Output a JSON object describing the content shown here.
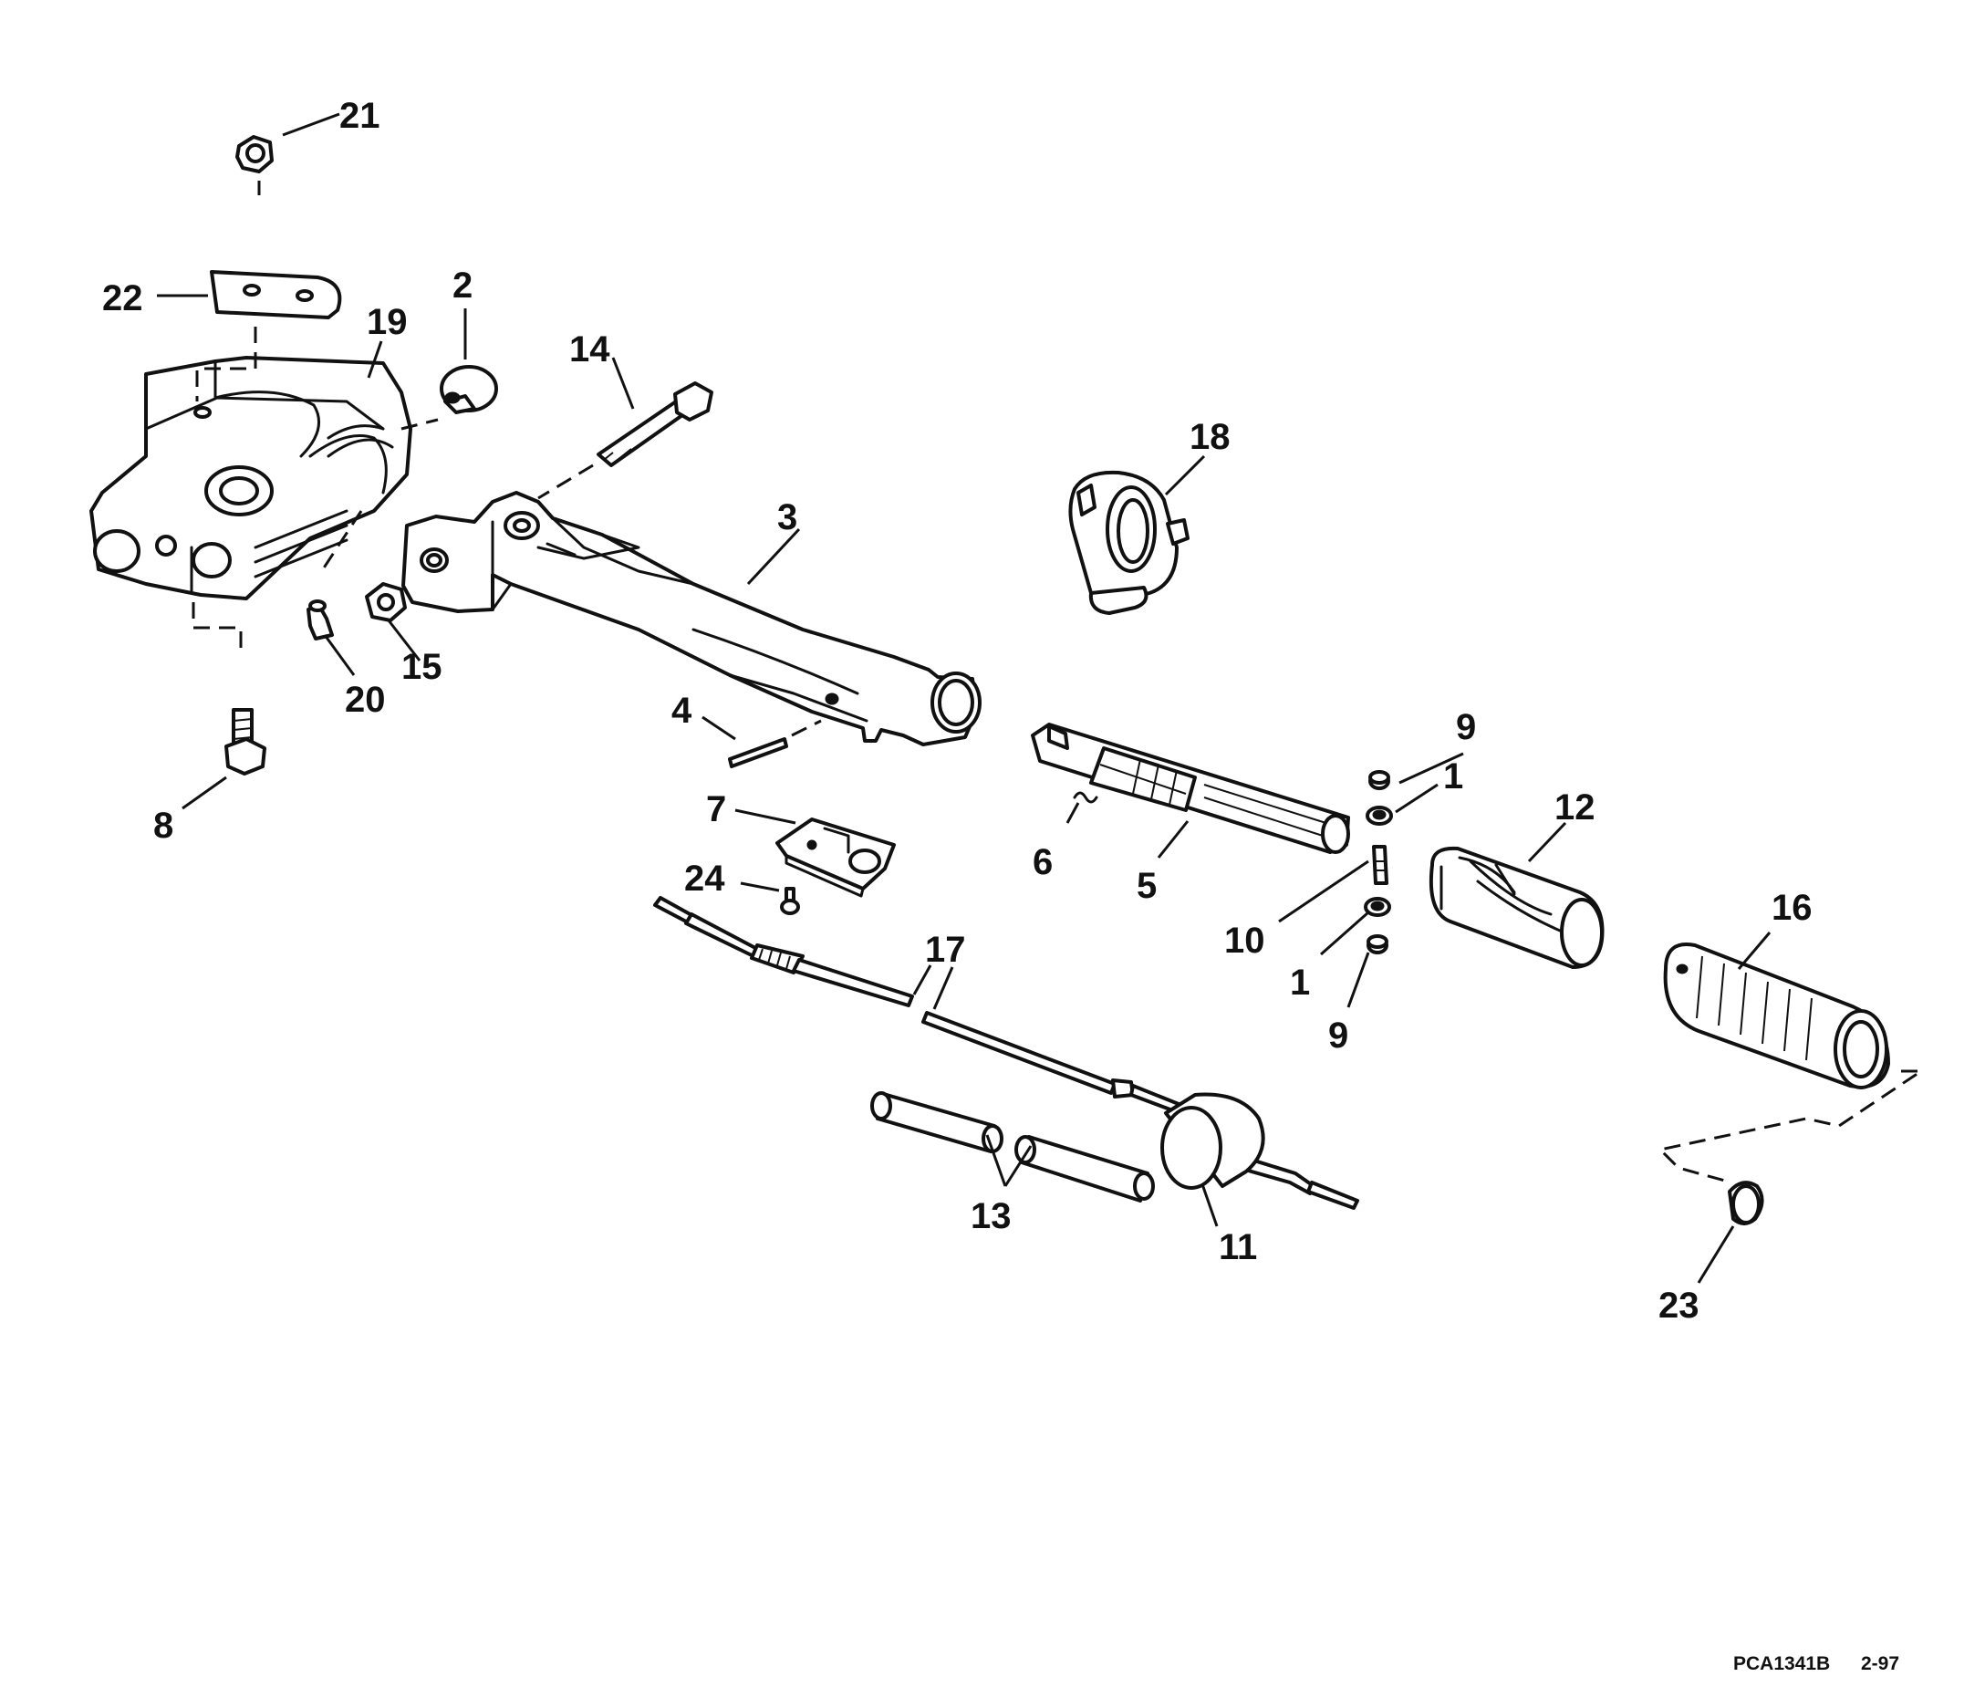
{
  "callouts": {
    "c1a": "1",
    "c1b": "1",
    "c2": "2",
    "c3": "3",
    "c4": "4",
    "c5": "5",
    "c6": "6",
    "c7": "7",
    "c8": "8",
    "c9a": "9",
    "c9b": "9",
    "c10": "10",
    "c11": "11",
    "c12": "12",
    "c13": "13",
    "c14": "14",
    "c15": "15",
    "c16": "16",
    "c17": "17",
    "c18": "18",
    "c19": "19",
    "c20": "20",
    "c21": "21",
    "c22": "22",
    "c23": "23",
    "c24": "24"
  },
  "footer": {
    "code": "PCA1341B",
    "date": "2-97"
  }
}
